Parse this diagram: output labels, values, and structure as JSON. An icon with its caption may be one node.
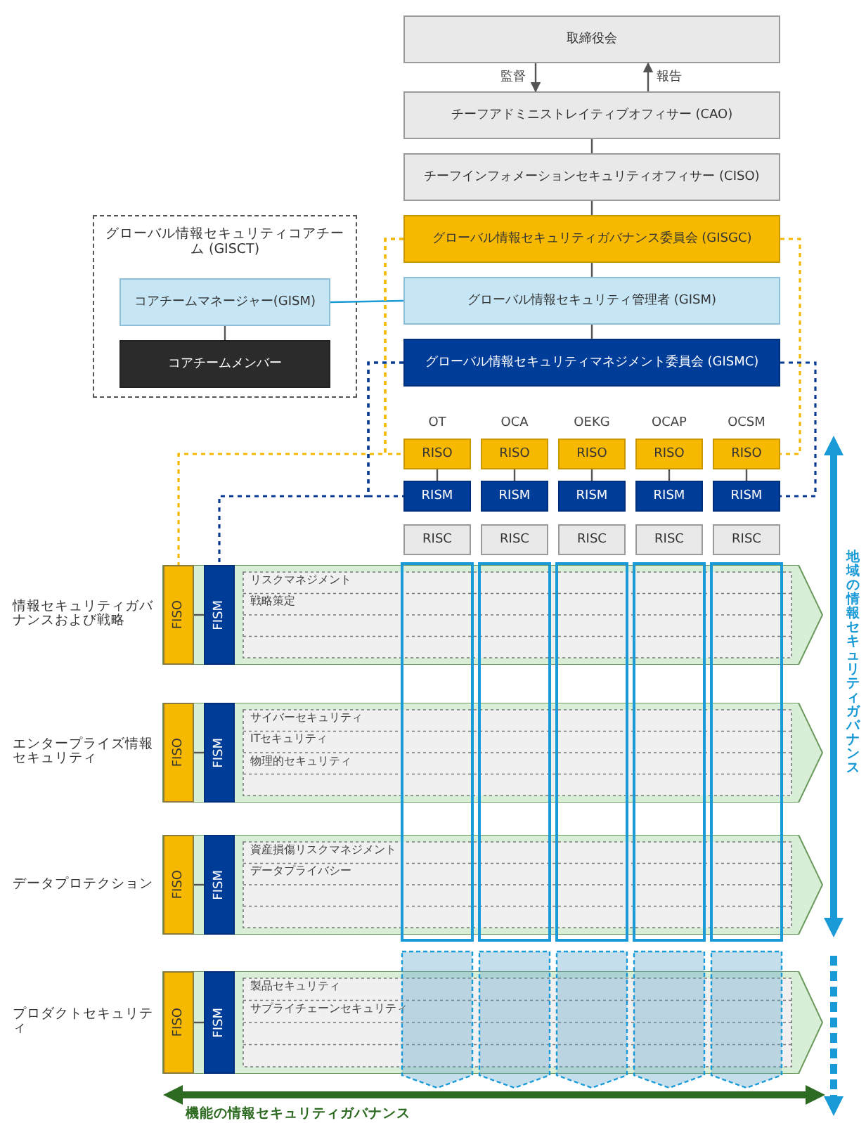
{
  "diagram": {
    "nodes": [
      {
        "text": [
          "取締役会"
        ]
      },
      {
        "text": [
          "チーフアドミニストレイティブオフィサー (CAO)"
        ]
      },
      {
        "text": [
          "チーフインフォメーションセキュリティオフィサー (CISO)"
        ]
      },
      {
        "text": [
          "グローバル情報セキュリティガバナンス委員会 (GISGC)"
        ]
      },
      {
        "text": [
          "グローバル情報セキュリティ管理者 (GISM)"
        ]
      },
      {
        "text": [
          "グローバル情報セキュリティマネジメント委員会 (GISMC)"
        ]
      },
      {
        "text": [
          "グローバル情報セキュリティコアチーム (GISCT)"
        ]
      },
      {
        "text": [
          "コアチームマネージャー(GISM)"
        ],
        "in": 6
      },
      {
        "text": [
          "コアチームメンバー"
        ],
        "in": 6
      },
      {
        "text": [
          "RISO"
        ]
      },
      {
        "text": [
          "RISO"
        ]
      },
      {
        "text": [
          "RISO"
        ]
      },
      {
        "text": [
          "RISO"
        ]
      },
      {
        "text": [
          "RISO"
        ]
      },
      {
        "text": [
          "RISM"
        ]
      },
      {
        "text": [
          "RISM"
        ]
      },
      {
        "text": [
          "RISM"
        ]
      },
      {
        "text": [
          "RISM"
        ]
      },
      {
        "text": [
          "RISM"
        ]
      },
      {
        "text": [
          "RISC"
        ]
      },
      {
        "text": [
          "RISC"
        ]
      },
      {
        "text": [
          "RISC"
        ]
      },
      {
        "text": [
          "RISC"
        ]
      },
      {
        "text": [
          "RISC"
        ]
      },
      {
        "text": [
          "情報セキュリティガバナンスおよび戦略",
          "リスクマネジメント",
          "戦略策定"
        ]
      },
      {
        "text": [
          "FISO"
        ],
        "in": 24
      },
      {
        "text": [
          "FISM"
        ],
        "in": 24
      },
      {
        "text": [
          "エンタープライズ情報セキュリティ",
          "サイバーセキュリティ",
          "ITセキュリティ",
          "物理的セキュリティ"
        ]
      },
      {
        "text": [
          "FISO"
        ],
        "in": 27
      },
      {
        "text": [
          "FISM"
        ],
        "in": 27
      },
      {
        "text": [
          "データプロテクション",
          "資産損傷リスクマネジメント",
          "データプライバシー"
        ]
      },
      {
        "text": [
          "FISO"
        ],
        "in": 30
      },
      {
        "text": [
          "FISM"
        ],
        "in": 30
      },
      {
        "text": [
          "プロダクトセキュリティ",
          "製品セキュリティ",
          "サプライチェーンセキュリティ"
        ]
      },
      {
        "text": [
          "FISO"
        ],
        "in": 33
      },
      {
        "text": [
          "FISM"
        ],
        "in": 33
      }
    ],
    "edges": [
      {
        "from": 0,
        "to": 1,
        "arrow": "to",
        "label": "監督"
      },
      {
        "from": 1,
        "to": 0,
        "arrow": "to",
        "label": "報告"
      },
      {
        "from": 1,
        "to": 2,
        "arrow": "none"
      },
      {
        "from": 2,
        "to": 3,
        "arrow": "none"
      },
      {
        "from": 3,
        "to": 4,
        "arrow": "none"
      },
      {
        "from": 4,
        "to": 5,
        "arrow": "none"
      },
      {
        "from": 7,
        "to": 4,
        "arrow": "none",
        "color": "#1a9ad6"
      },
      {
        "from": 7,
        "to": 8,
        "arrow": "none"
      },
      {
        "from": 9,
        "to": 14,
        "arrow": "none"
      },
      {
        "from": 10,
        "to": 15,
        "arrow": "none"
      },
      {
        "from": 11,
        "to": 16,
        "arrow": "none"
      },
      {
        "from": 12,
        "to": 17,
        "arrow": "none"
      },
      {
        "from": 13,
        "to": 18,
        "arrow": "none"
      },
      {
        "from": 3,
        "to": 25,
        "arrow": "none",
        "style": "dashed",
        "color": "#f5b800"
      },
      {
        "from": 3,
        "to": 9,
        "arrow": "none",
        "style": "dashed",
        "color": "#f5b800"
      },
      {
        "from": 3,
        "to": 13,
        "arrow": "none",
        "style": "dashed",
        "color": "#f5b800"
      },
      {
        "from": 5,
        "to": 26,
        "arrow": "none",
        "style": "dashed",
        "color": "#0a3d91"
      },
      {
        "from": 5,
        "to": 14,
        "arrow": "none",
        "style": "dashed",
        "color": "#0a3d91"
      },
      {
        "from": 5,
        "to": 18,
        "arrow": "none",
        "style": "dashed",
        "color": "#0a3d91"
      },
      {
        "from": 25,
        "to": 26,
        "arrow": "none"
      },
      {
        "from": 28,
        "to": 29,
        "arrow": "none"
      },
      {
        "from": 31,
        "to": 32,
        "arrow": "none"
      },
      {
        "from": 34,
        "to": 35,
        "arrow": "none"
      }
    ],
    "labels": [
      "OT",
      "OCA",
      "OEKG",
      "OCAP",
      "OCSM",
      "地域の情報セキュリティガバナンス",
      "機能の情報セキュリティガバナンス"
    ]
  }
}
